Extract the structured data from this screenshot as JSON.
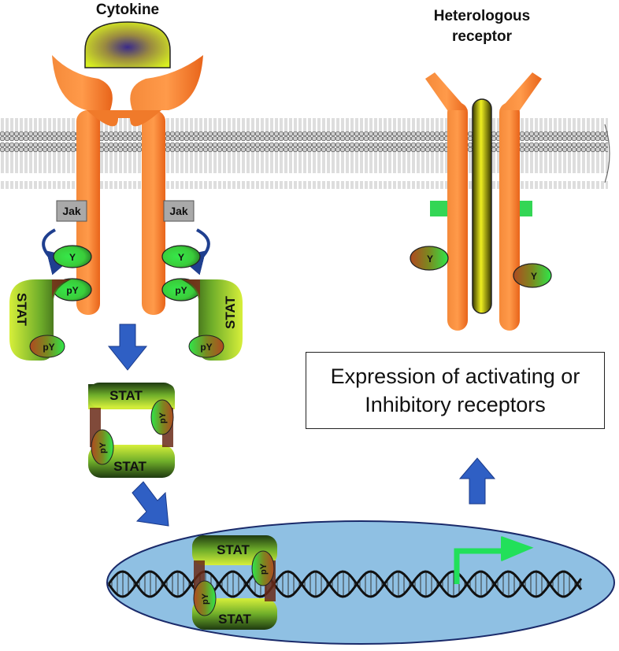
{
  "labels": {
    "cytokine": "Cytokine",
    "receptor_line1": "Heterologous",
    "receptor_line2": "receptor",
    "jak": "Jak",
    "y": "Y",
    "py": "pY",
    "stat": "STAT"
  },
  "expression_box": {
    "line1": "Expression of activating or",
    "line2": "Inhibitory receptors"
  },
  "colors": {
    "receptor_orange": "#f47a2a",
    "nucleus_blue": "#8fc0e3",
    "arrow_blue": "#2f5fc4",
    "promoter_green": "#22e05a",
    "jak_grey": "#a9a9a9",
    "membrane_grey": "#9a9a9a"
  }
}
